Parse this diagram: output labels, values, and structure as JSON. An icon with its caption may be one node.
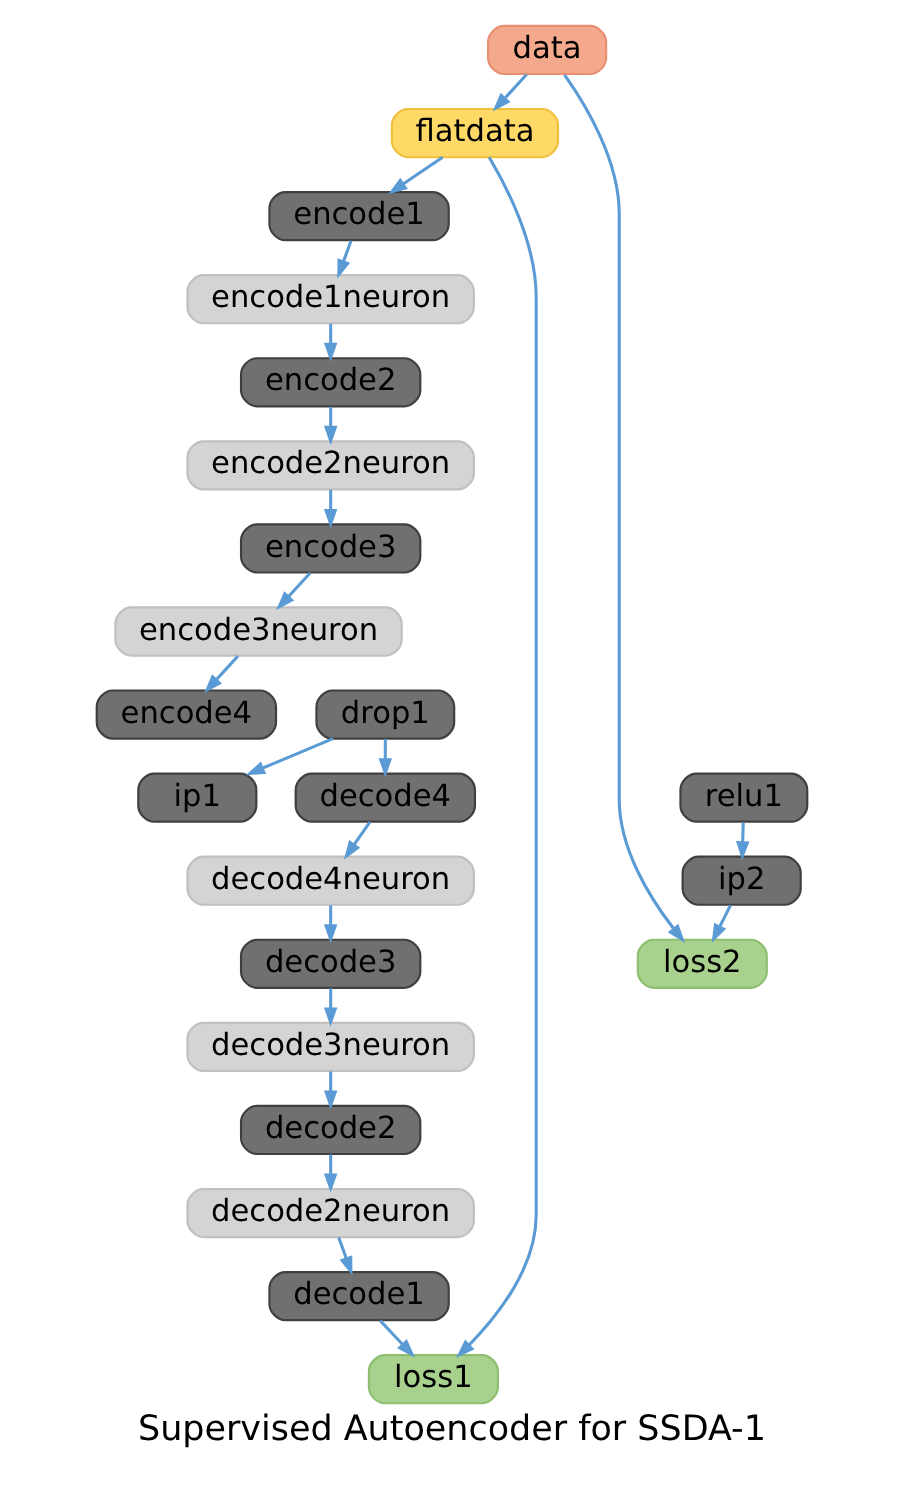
{
  "diagram": {
    "caption": "Supervised Autoencoder for SSDA-1",
    "nodes": [
      {
        "text": [
          "data"
        ]
      },
      {
        "text": [
          "flatdata"
        ]
      },
      {
        "text": [
          "encode1"
        ]
      },
      {
        "text": [
          "encode1neuron"
        ]
      },
      {
        "text": [
          "encode2"
        ]
      },
      {
        "text": [
          "encode2neuron"
        ]
      },
      {
        "text": [
          "encode3"
        ]
      },
      {
        "text": [
          "encode3neuron"
        ]
      },
      {
        "text": [
          "encode4"
        ]
      },
      {
        "text": [
          "drop1"
        ]
      },
      {
        "text": [
          "decode4"
        ]
      },
      {
        "text": [
          "decode4neuron"
        ]
      },
      {
        "text": [
          "decode3"
        ]
      },
      {
        "text": [
          "decode3neuron"
        ]
      },
      {
        "text": [
          "decode2"
        ]
      },
      {
        "text": [
          "decode2neuron"
        ]
      },
      {
        "text": [
          "decode1"
        ]
      },
      {
        "text": [
          "ip1"
        ]
      },
      {
        "text": [
          "relu1"
        ]
      },
      {
        "text": [
          "ip2"
        ]
      },
      {
        "text": [
          "loss2"
        ]
      },
      {
        "text": [
          "loss1"
        ]
      }
    ],
    "edges": [
      {
        "from": 0,
        "to": 1,
        "arrow": "to"
      },
      {
        "from": 0,
        "to": 20,
        "arrow": "to"
      },
      {
        "from": 1,
        "to": 2,
        "arrow": "to"
      },
      {
        "from": 1,
        "to": 21,
        "arrow": "to"
      },
      {
        "from": 2,
        "to": 3,
        "arrow": "to"
      },
      {
        "from": 3,
        "to": 4,
        "arrow": "to"
      },
      {
        "from": 4,
        "to": 5,
        "arrow": "to"
      },
      {
        "from": 5,
        "to": 6,
        "arrow": "to"
      },
      {
        "from": 6,
        "to": 7,
        "arrow": "to"
      },
      {
        "from": 7,
        "to": 8,
        "arrow": "to"
      },
      {
        "from": 9,
        "to": 10,
        "arrow": "to"
      },
      {
        "from": 9,
        "to": 17,
        "arrow": "to"
      },
      {
        "from": 10,
        "to": 11,
        "arrow": "to"
      },
      {
        "from": 11,
        "to": 12,
        "arrow": "to"
      },
      {
        "from": 12,
        "to": 13,
        "arrow": "to"
      },
      {
        "from": 13,
        "to": 14,
        "arrow": "to"
      },
      {
        "from": 14,
        "to": 15,
        "arrow": "to"
      },
      {
        "from": 15,
        "to": 16,
        "arrow": "to"
      },
      {
        "from": 16,
        "to": 21,
        "arrow": "to"
      },
      {
        "from": 18,
        "to": 19,
        "arrow": "to"
      },
      {
        "from": 19,
        "to": 20,
        "arrow": "to"
      }
    ]
  }
}
